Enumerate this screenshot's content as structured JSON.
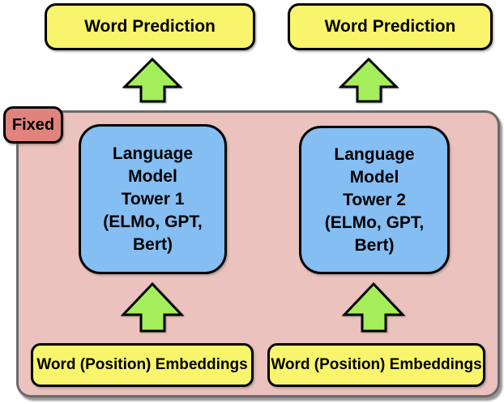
{
  "colors": {
    "prediction_fill": "#F8F46C",
    "embedding_fill": "#F8F46C",
    "tower_fill": "#84BEF3",
    "container_fill": "#EBC2BD",
    "fixed_fill": "#E1837D",
    "arrow_fill": "#A4EE5B",
    "shape_border": "#000000",
    "container_border": "#6A6A6A"
  },
  "diagram": {
    "fixed_badge": "Fixed",
    "prediction_boxes": [
      "Word Prediction",
      "Word Prediction"
    ],
    "towers": [
      {
        "lines": [
          "Language",
          "Model",
          "Tower 1",
          "(ELMo, GPT,",
          "Bert)"
        ]
      },
      {
        "lines": [
          "Language",
          "Model",
          "Tower 2",
          "(ELMo, GPT,",
          "Bert)"
        ]
      }
    ],
    "embedding_boxes": [
      "Word (Position) Embeddings",
      "Word (Position) Embeddings"
    ],
    "arrow_icon": "up-arrow"
  }
}
